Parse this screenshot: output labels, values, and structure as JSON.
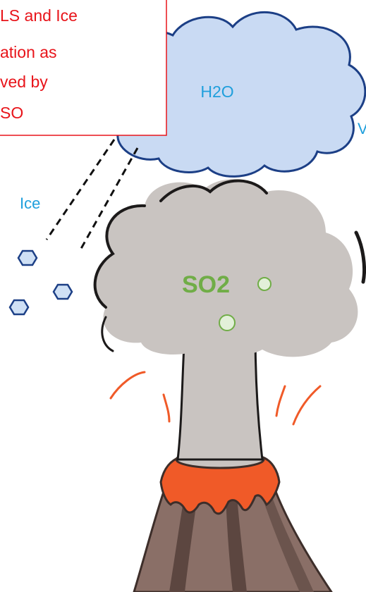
{
  "annotation_box": {
    "lines": [
      "LS and Ice",
      "ation as",
      "ved by",
      "SO"
    ],
    "color": "#e8141a"
  },
  "cloud": {
    "label": "H2O",
    "fill": "#c9daf3",
    "stroke": "#1c3f86",
    "label_color": "#1f9fdc"
  },
  "edge_label": {
    "text": "V",
    "color": "#1f9fdc"
  },
  "ice": {
    "label": "Ice",
    "label_color": "#1f9fdc",
    "fill": "#cfe0f5",
    "stroke": "#1c3f86"
  },
  "so2": {
    "label": "SO2",
    "color": "#70ad47",
    "fill": "#e2f0d9"
  },
  "volcano": {
    "plume_color": "#c9c4c1",
    "plume_outline": "#1c1a1a",
    "lava_color": "#f05a28",
    "rock_color": "#8a6f67",
    "rock_dark": "#5c4640"
  }
}
